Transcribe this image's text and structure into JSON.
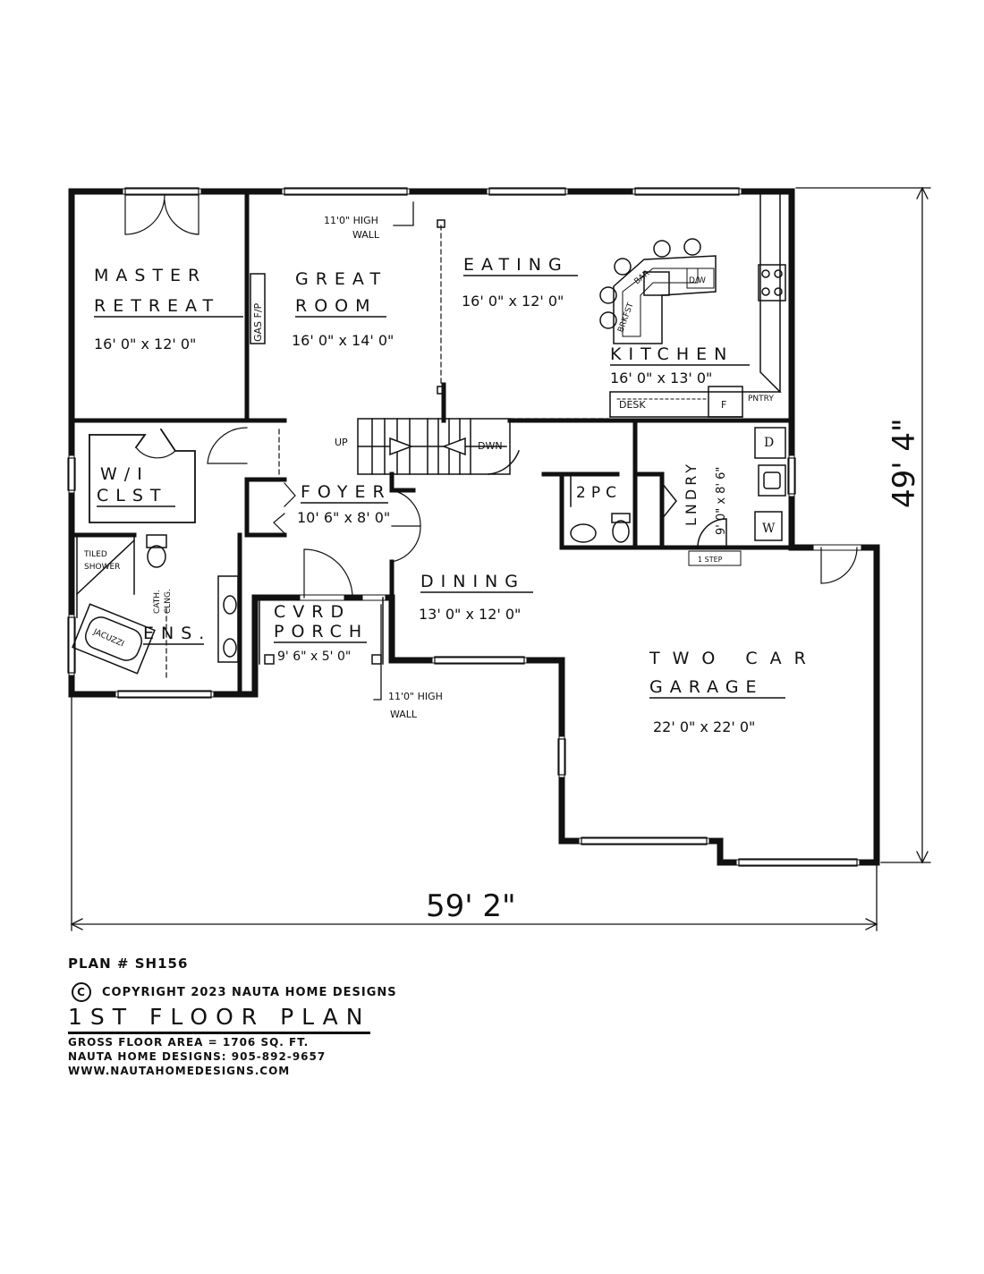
{
  "plan": {
    "rooms": [
      {
        "id": "master-retreat",
        "name_lines": [
          "MASTER",
          "RETREAT"
        ],
        "size": "16' 0\" x 12' 0\""
      },
      {
        "id": "great-room",
        "name_lines": [
          "GREAT",
          "ROOM"
        ],
        "size": "16' 0\" x 14' 0\""
      },
      {
        "id": "eating",
        "name_lines": [
          "EATING"
        ],
        "size": "16' 0\" x 12' 0\""
      },
      {
        "id": "kitchen",
        "name_lines": [
          "KITCHEN"
        ],
        "size": "16' 0\" x 13' 0\""
      },
      {
        "id": "foyer",
        "name_lines": [
          "FOYER"
        ],
        "size": "10' 6\" x 8' 0\""
      },
      {
        "id": "dining",
        "name_lines": [
          "DINING"
        ],
        "size": "13' 0\" x 12' 0\""
      },
      {
        "id": "cvrd-porch",
        "name_lines": [
          "CVRD",
          "PORCH"
        ],
        "size": "9' 6\" x 5' 0\""
      },
      {
        "id": "garage",
        "name_lines": [
          "TWO CAR",
          "GARAGE"
        ],
        "size": "22' 0\" x 22' 0\""
      },
      {
        "id": "wi-closet",
        "name_lines": [
          "W/I",
          "CLST"
        ],
        "size": ""
      },
      {
        "id": "ensuite",
        "name_lines": [
          "ENS."
        ],
        "size": ""
      },
      {
        "id": "laundry",
        "name_lines": [
          "LNDRY"
        ],
        "size": "9' 0\" x 8' 6\""
      },
      {
        "id": "powder",
        "name_lines": [
          "2PC"
        ],
        "size": ""
      }
    ],
    "annotations": {
      "high_wall_top": [
        "11'0\" HIGH",
        "WALL"
      ],
      "high_wall_bottom": [
        "11'0\" HIGH",
        "WALL"
      ],
      "gas_fp": "GAS F/P",
      "up": "UP",
      "down": "DWN",
      "desk": "DESK",
      "fridge": "F",
      "pantry": "PNTRY",
      "dishwasher": "D/W",
      "bar": "BAR",
      "brkfst": "BRKFST",
      "tiled_shower": [
        "TILED",
        "SHOWER"
      ],
      "cath_clng": [
        "CATH.",
        "CLNG."
      ],
      "jacuzzi": "JACUZZI",
      "dryer": "D",
      "washer": "W",
      "step": "1 STEP"
    },
    "dimensions": {
      "width": "59' 2\"",
      "height": "49' 4\""
    }
  },
  "title_block": {
    "plan_number": "PLAN # SH156",
    "copyright_symbol": "C",
    "copyright": "COPYRIGHT 2023 NAUTA HOME DESIGNS",
    "title": "1ST FLOOR PLAN",
    "gross_area": "GROSS FLOOR AREA  =  1706  SQ. FT.",
    "phone": "NAUTA HOME DESIGNS:  905-892-9657",
    "website": "WWW.NAUTAHOMEDESIGNS.COM"
  }
}
